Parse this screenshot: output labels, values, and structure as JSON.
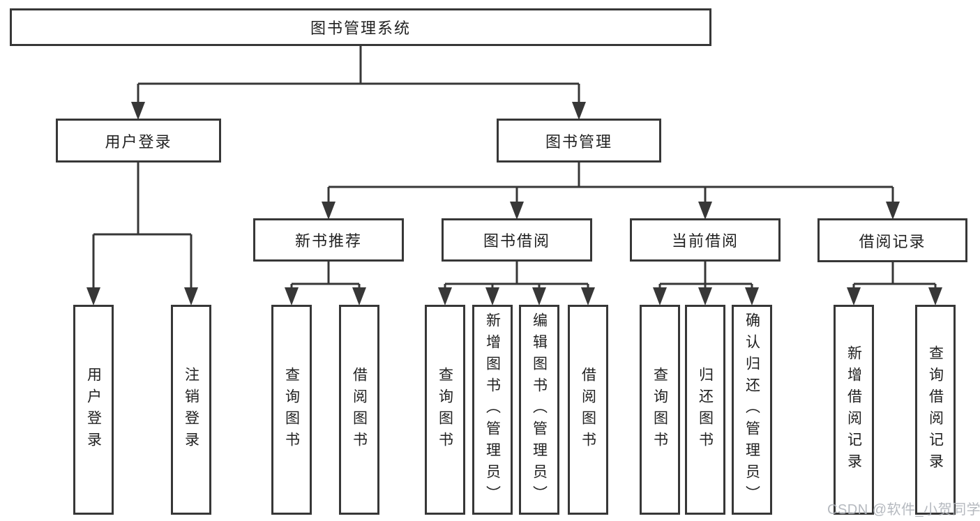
{
  "diagram": {
    "type": "hierarchy",
    "colors": {
      "line": "#373737",
      "text": "#212121",
      "box_fill": "#ffffff",
      "background": "#ffffff",
      "watermark": "#afb3ba"
    },
    "tree": {
      "label": "图书管理系统",
      "children": [
        {
          "label": "用户登录",
          "children": [
            {
              "label": "用户登录"
            },
            {
              "label": "注销登录"
            }
          ]
        },
        {
          "label": "图书管理",
          "children": [
            {
              "label": "新书推荐",
              "children": [
                {
                  "label": "查询图书"
                },
                {
                  "label": "借阅图书"
                }
              ]
            },
            {
              "label": "图书借阅",
              "children": [
                {
                  "label": "查询图书"
                },
                {
                  "label": "新增图书（管理员）"
                },
                {
                  "label": "编辑图书（管理员）"
                },
                {
                  "label": "借阅图书"
                }
              ]
            },
            {
              "label": "当前借阅",
              "children": [
                {
                  "label": "查询图书"
                },
                {
                  "label": "归还图书"
                },
                {
                  "label": "确认归还（管理员）"
                }
              ]
            },
            {
              "label": "借阅记录",
              "children": [
                {
                  "label": "新增借阅记录"
                },
                {
                  "label": "查询借阅记录"
                }
              ]
            }
          ]
        }
      ]
    },
    "watermark": {
      "text": "CSDN @软件_小贺同学"
    }
  }
}
